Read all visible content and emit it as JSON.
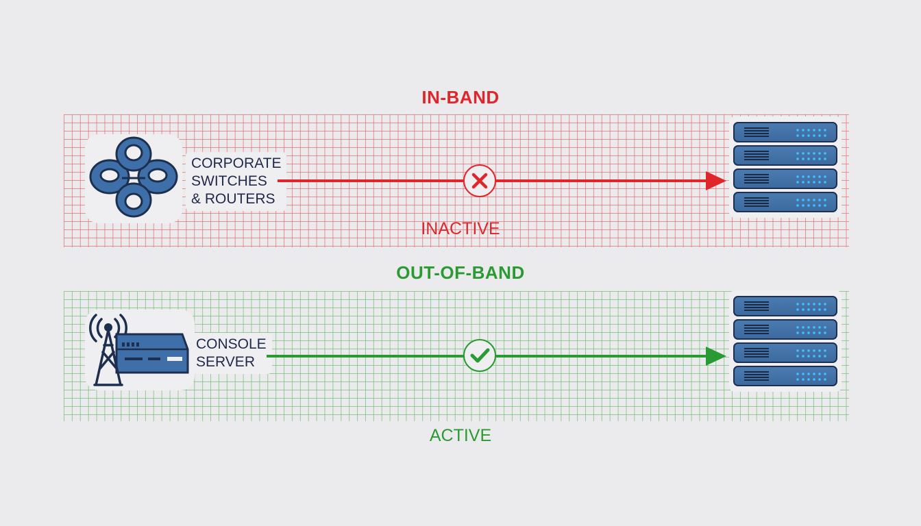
{
  "in_band": {
    "title": "IN-BAND",
    "source_label_lines": [
      "CORPORATE",
      "SWITCHES",
      "& ROUTERS"
    ],
    "source_icon": "switch-router-icon",
    "status_icon": "x-circle-icon",
    "status": "INACTIVE",
    "target_icon": "server-rack-icon",
    "server_units": 4,
    "color": "#e0262b",
    "grid_color": "#e86e73"
  },
  "out_of_band": {
    "title": "OUT-OF-BAND",
    "source_label_lines": [
      "CONSOLE",
      "SERVER"
    ],
    "source_icon": "cell-tower-console-server-icon",
    "status_icon": "check-circle-icon",
    "status": "ACTIVE",
    "target_icon": "server-rack-icon",
    "server_units": 4,
    "color": "#2a9a32",
    "grid_color": "#78be78"
  }
}
